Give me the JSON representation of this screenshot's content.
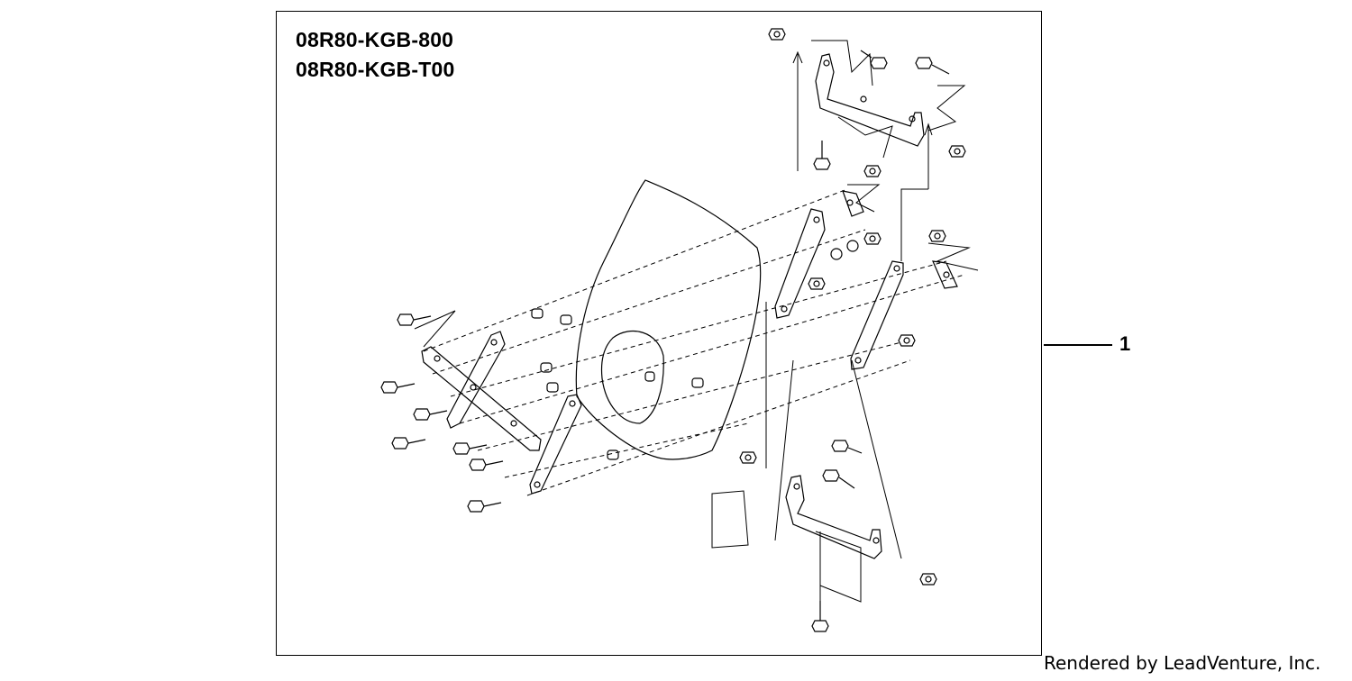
{
  "diagram": {
    "part_numbers": [
      "08R80-KGB-800",
      "08R80-KGB-T00"
    ],
    "callout_label": "1",
    "credit": "Rendered by LeadVenture, Inc.",
    "illustration": "windscreen-kit-exploded-view"
  }
}
